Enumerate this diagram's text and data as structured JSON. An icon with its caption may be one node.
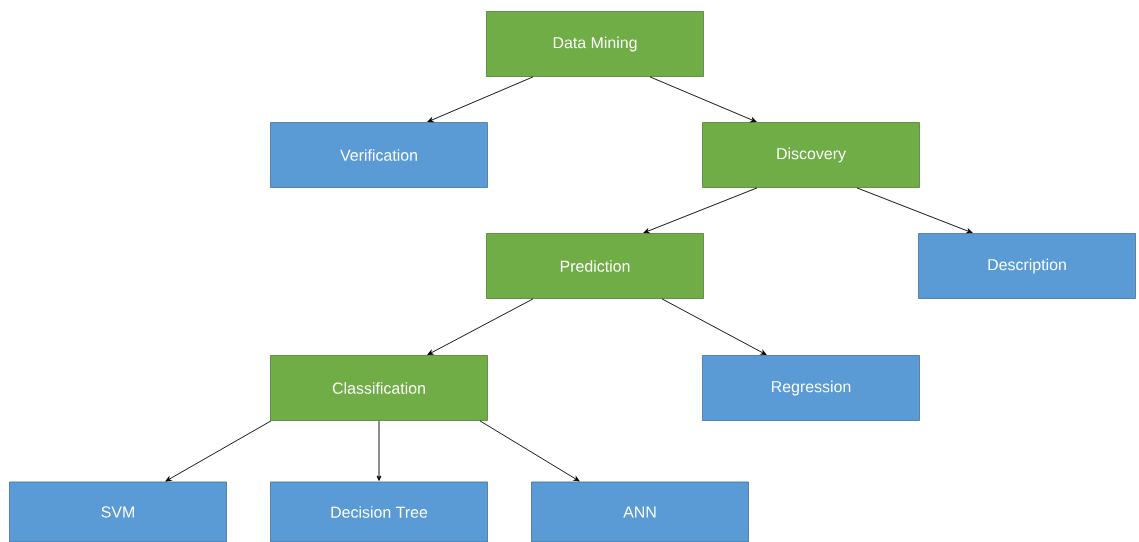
{
  "diagram": {
    "nodes": [
      {
        "text": [
          "Data Mining"
        ]
      },
      {
        "text": [
          "Verification"
        ]
      },
      {
        "text": [
          "Discovery"
        ]
      },
      {
        "text": [
          "Prediction"
        ]
      },
      {
        "text": [
          "Description"
        ]
      },
      {
        "text": [
          "Classification"
        ]
      },
      {
        "text": [
          "Regression"
        ]
      },
      {
        "text": [
          "SVM"
        ]
      },
      {
        "text": [
          "Decision Tree"
        ]
      },
      {
        "text": [
          "ANN"
        ]
      }
    ],
    "edges": [
      {
        "from": 0,
        "to": 1,
        "arrow": "to"
      },
      {
        "from": 0,
        "to": 2,
        "arrow": "to"
      },
      {
        "from": 2,
        "to": 3,
        "arrow": "to"
      },
      {
        "from": 2,
        "to": 4,
        "arrow": "to"
      },
      {
        "from": 3,
        "to": 5,
        "arrow": "to"
      },
      {
        "from": 3,
        "to": 6,
        "arrow": "to"
      },
      {
        "from": 5,
        "to": 7,
        "arrow": "to"
      },
      {
        "from": 5,
        "to": 8,
        "arrow": "to"
      },
      {
        "from": 5,
        "to": 9,
        "arrow": "to"
      }
    ]
  }
}
